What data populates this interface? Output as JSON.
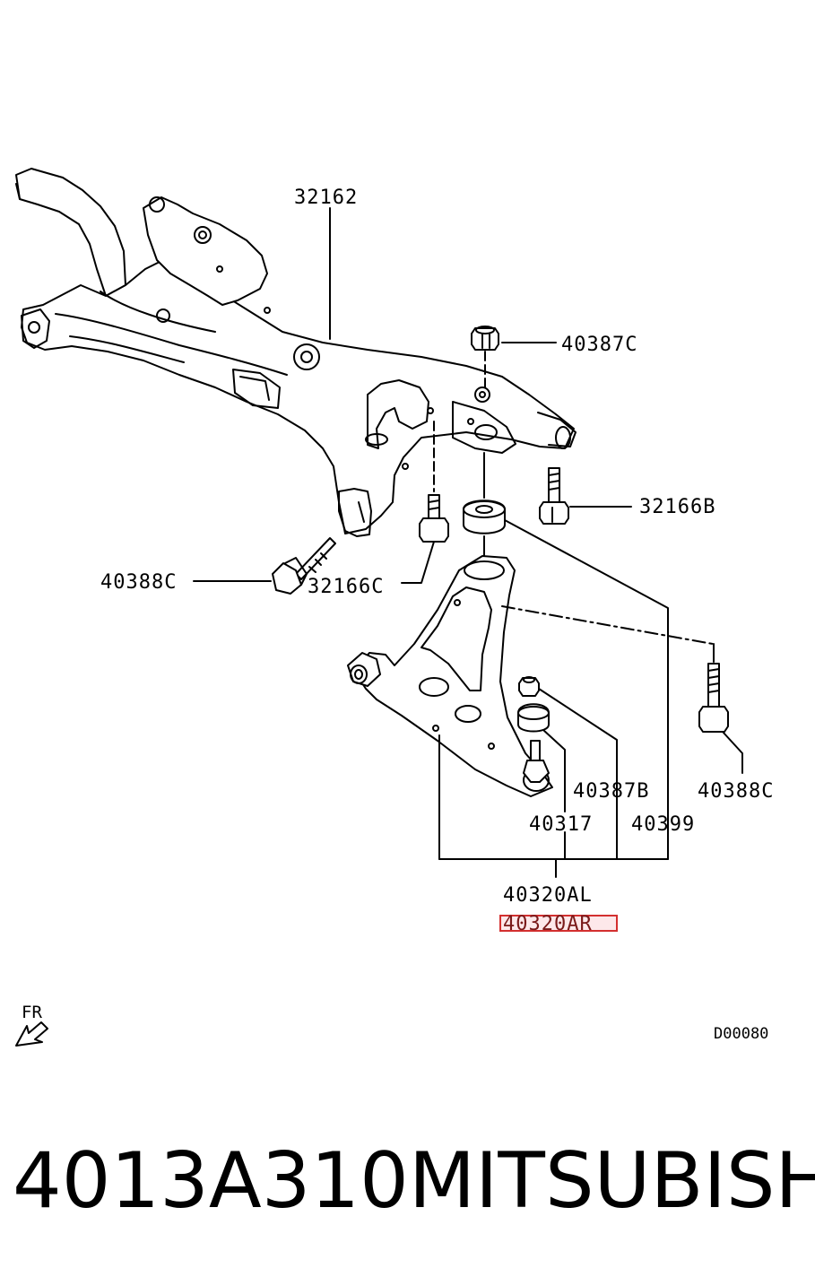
{
  "callouts": {
    "crossmember": "32162",
    "nut_upper": "40387C",
    "bolt_right": "32166B",
    "bolt_left_long": "40388C",
    "bolt_left_short": "32166C",
    "ball_joint_nut": "40387B",
    "rear_bolt": "40388C",
    "ball_joint": "40317",
    "bushing": "40399",
    "arm_left": "40320AL",
    "arm_right": "40320AR"
  },
  "direction_label": "FR",
  "diagram_code": "D00080",
  "caption": {
    "part_number": "4013A310",
    "brand": "MITSUBISHI"
  },
  "colors": {
    "ink": "#000000",
    "highlight_border": "#d32f2f",
    "highlight_fill": "#fde8ea"
  }
}
